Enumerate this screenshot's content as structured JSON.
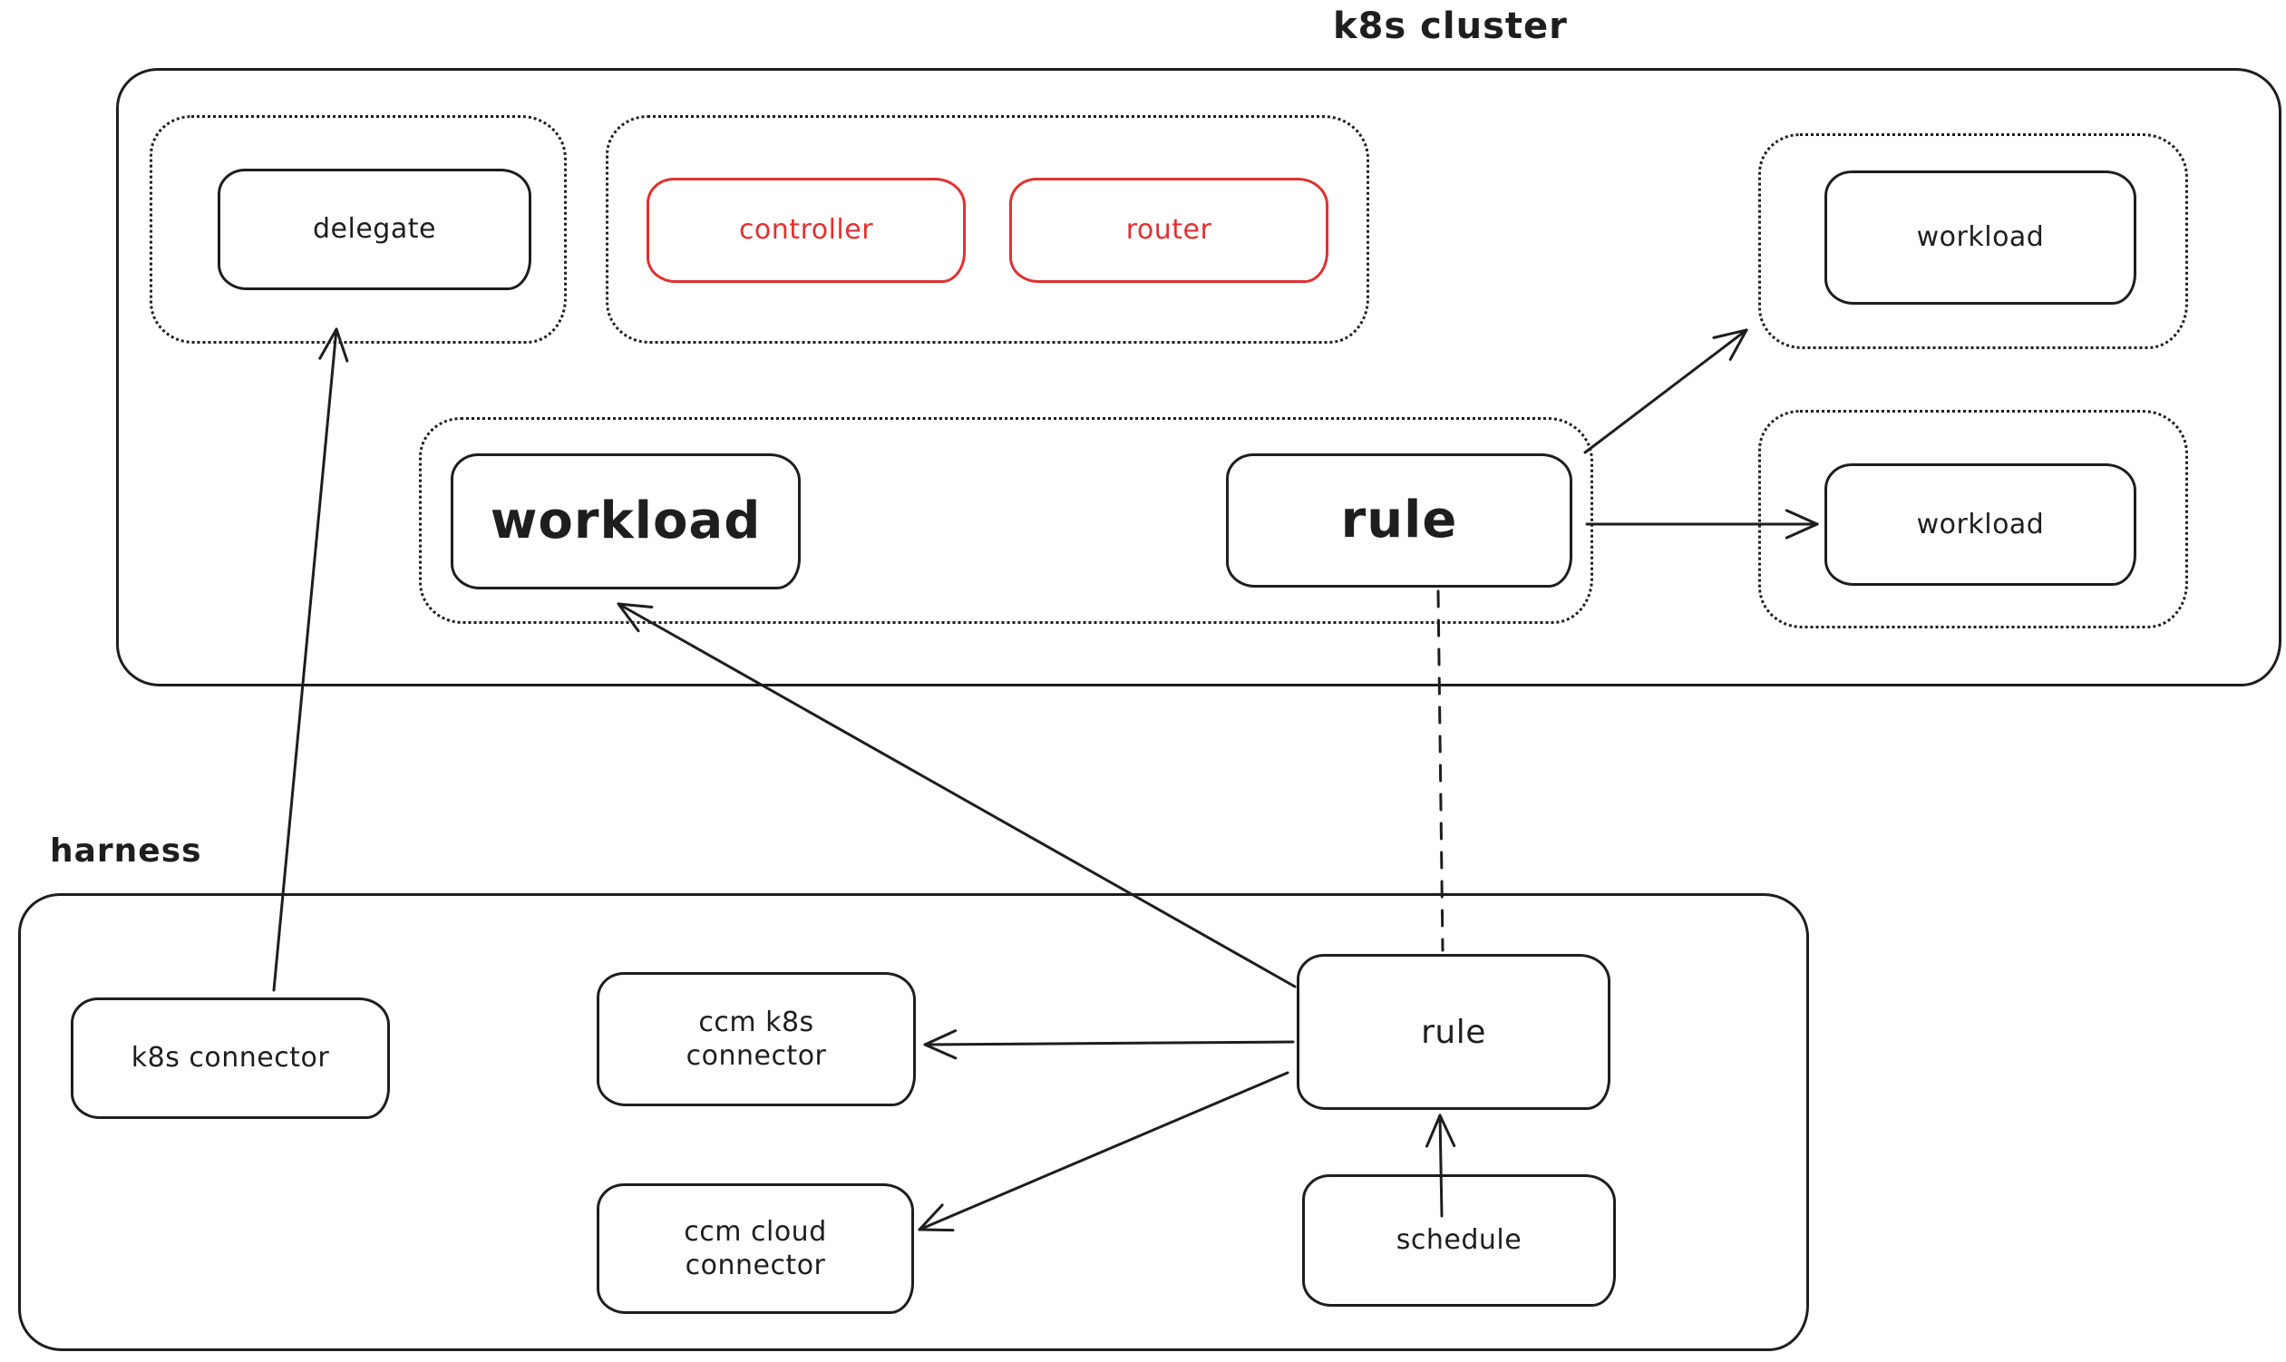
{
  "colors": {
    "ink": "#1e1e1e",
    "red": "#e03131",
    "background": "#ffffff"
  },
  "k8s_cluster": {
    "title": "k8s cluster",
    "delegate": {
      "label": "delegate"
    },
    "controller": {
      "label": "controller"
    },
    "router": {
      "label": "router"
    },
    "workload_top_right": {
      "label": "workload"
    },
    "workload_main": {
      "label": "workload"
    },
    "rule_main": {
      "label": "rule"
    },
    "workload_side": {
      "label": "workload"
    }
  },
  "harness": {
    "title": "harness",
    "k8s_connector": {
      "label": "k8s connector"
    },
    "ccm_k8s_connector": {
      "label": "ccm k8s connector"
    },
    "ccm_cloud_connector": {
      "label": "ccm cloud connector"
    },
    "rule": {
      "label": "rule"
    },
    "schedule": {
      "label": "schedule"
    }
  },
  "edges": [
    {
      "from": "harness-k8s-connector",
      "to": "k8s-cluster-delegate-group",
      "style": "solid-arrow"
    },
    {
      "from": "harness-rule",
      "to": "k8s-cluster-workload-main",
      "style": "solid-arrow"
    },
    {
      "from": "harness-rule",
      "to": "harness-ccm-k8s-connector",
      "style": "solid-arrow"
    },
    {
      "from": "harness-rule",
      "to": "harness-ccm-cloud-connector",
      "style": "solid-arrow"
    },
    {
      "from": "harness-schedule",
      "to": "harness-rule",
      "style": "solid-arrow"
    },
    {
      "from": "k8s-cluster-rule-main",
      "to": "k8s-cluster-workload-side",
      "style": "solid-arrow"
    },
    {
      "from": "k8s-cluster-rule-main-group",
      "to": "k8s-cluster-workload-top-right-group",
      "style": "solid-arrow"
    },
    {
      "from": "k8s-cluster-rule-main",
      "to": "harness-rule",
      "style": "dashed-line"
    }
  ]
}
